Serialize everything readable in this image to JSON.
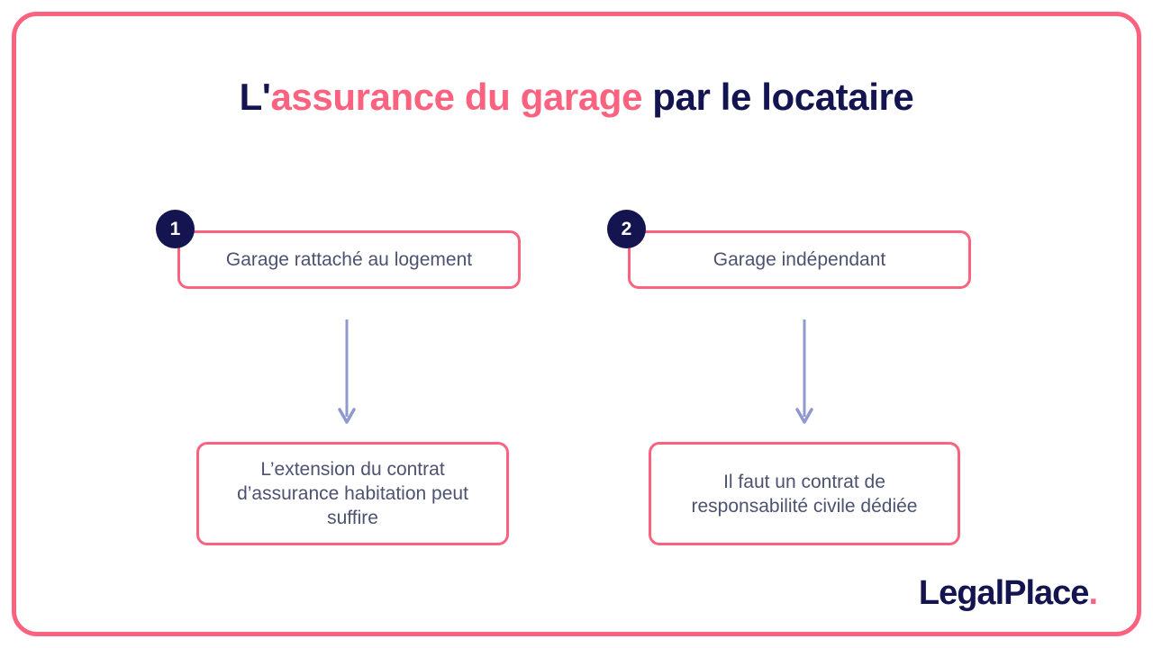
{
  "theme": {
    "background": "#ffffff",
    "pink": "#fa6380",
    "navy": "#131450",
    "body_text": "#4c5270",
    "arrow": "#8f99d0"
  },
  "frame": {
    "name": "outer-pink-frame"
  },
  "title": {
    "part1": "L'",
    "part2": "assurance du garage",
    "part3": " par le locataire",
    "full": "L'assurance du garage par le locataire"
  },
  "columns": [
    {
      "badge": "1",
      "top_label": "Garage rattaché au logement",
      "arrow_icon": "arrow-down-icon",
      "bottom_label": "L’extension du contrat d’assurance habitation peut suffire"
    },
    {
      "badge": "2",
      "top_label": "Garage indépendant",
      "arrow_icon": "arrow-down-icon",
      "bottom_label": "Il faut un contrat de responsabilité civile dédiée"
    }
  ],
  "logo": {
    "text": "LegalPlace",
    "dot": "."
  }
}
